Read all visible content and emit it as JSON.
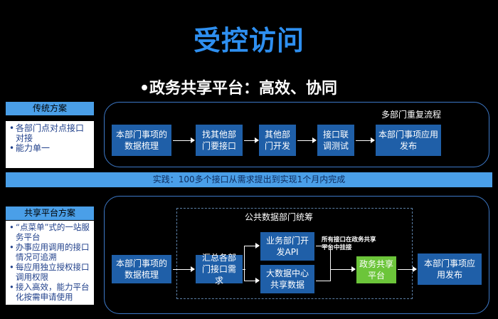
{
  "title": "受控访问",
  "subtitle": "•政务共享平台：高效、协同",
  "traditional": {
    "heading": "传统方案",
    "bullets": [
      "各部门点对点接口对接",
      "能力单一"
    ],
    "flow_label": "多部门重复流程",
    "steps": [
      "本部门事项的数据梳理",
      "找其他部门要接口",
      "其他部门开发",
      "接口联调测试",
      "本部门事项应用发布"
    ]
  },
  "practice_band": "实践：100多个接口从需求提出到实现1个月内完成",
  "shared": {
    "heading": "共享平台方案",
    "bullets": [
      "“点菜单”式的一站服务平台",
      "办事应用调用的接口情况可追溯",
      "每应用独立授权接口调用权限",
      "接入高效，能力平台化按需申请使用"
    ],
    "group_label": "公共数据部门统筹",
    "steps": {
      "left": "本部门事项的数据梳理",
      "collect": "汇总各部门接口需求",
      "dev_api": "业务部门开发API",
      "bigdata": "大数据中心共享数据",
      "platform": "政务共享平台",
      "publish": "本部门事项应用发布"
    },
    "note": "所有接口在政务共享平台中挂接"
  }
}
